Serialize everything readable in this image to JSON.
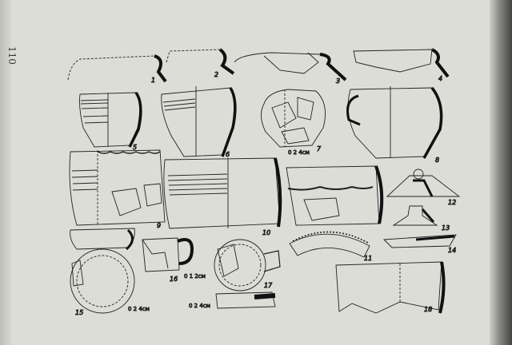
{
  "page": {
    "number": "110"
  },
  "figures": {
    "labels": [
      "1",
      "2",
      "3",
      "4",
      "5",
      "6",
      "7",
      "8",
      "9",
      "10",
      "11",
      "12",
      "13",
      "14",
      "15",
      "16",
      "17",
      "18"
    ],
    "scales": {
      "s7": "0 2 4см",
      "s15": "0 2 4см",
      "s16": "0 1 2см",
      "s17": "0 2 4см"
    }
  }
}
